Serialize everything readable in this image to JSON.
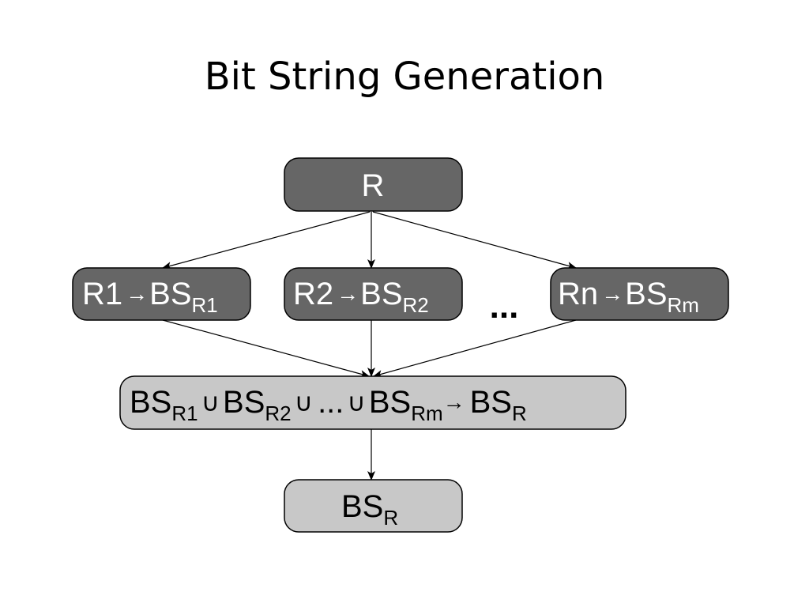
{
  "title": "Bit String Generation",
  "colors": {
    "dark_node_fill": "#666666",
    "light_node_fill": "#c8c8c8",
    "node_stroke": "#000000",
    "edge": "#000000"
  },
  "nodes": {
    "root": {
      "label": "R"
    },
    "r1": {
      "main": "R1",
      "arrow": "→",
      "bs": "BS",
      "sub": "R1"
    },
    "r2": {
      "main": "R2",
      "arrow": "→",
      "bs": "BS",
      "sub": "R2"
    },
    "rn": {
      "main": "Rn",
      "arrow": "→",
      "bs": "BS",
      "sub": "Rm"
    },
    "ellipsis": "...",
    "union": {
      "bs1": "BS",
      "sub1": "R1",
      "cup1": "∪",
      "bs2": "BS",
      "sub2": "R2",
      "cup2": "∪",
      "dots": "...",
      "cup3": "∪",
      "bs3": "BS",
      "sub3": "Rm",
      "arrow": "→",
      "bs4": "BS",
      "sub4": "R"
    },
    "result": {
      "bs": "BS",
      "sub": "R"
    }
  },
  "edges": [
    {
      "from": "root",
      "to": "r1"
    },
    {
      "from": "root",
      "to": "r2"
    },
    {
      "from": "root",
      "to": "rn"
    },
    {
      "from": "r1",
      "to": "union"
    },
    {
      "from": "r2",
      "to": "union"
    },
    {
      "from": "rn",
      "to": "union"
    },
    {
      "from": "union",
      "to": "result"
    }
  ]
}
